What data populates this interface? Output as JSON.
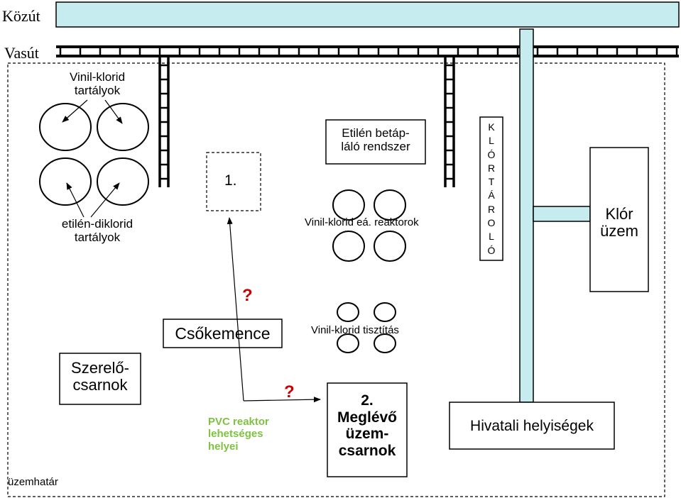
{
  "labels": {
    "road": "Közút",
    "rail": "Vasút",
    "vc_tanks": "Vinil-klorid\ntartályok",
    "edc_tanks": "etilén-diklorid\ntartályok",
    "site_1": "1.",
    "ethylene_feed": "Etilén betáp-\nláló rendszer",
    "vc_reactors": "Vinil-klorid eá. reaktorok",
    "chlorine_store": "K\nL\nÓ\nR\nT\nÁ\nR\nO\nL\nÓ",
    "chlorine_plant": "Klór\nüzem",
    "question_1": "?",
    "question_2": "?",
    "tube_furnace": "Csőkemence",
    "vc_purification": "Vinil-klorid tisztítás",
    "workshop": "Szerelő-\ncsarnok",
    "pvc_reactor_sites": "PVC reaktor\nlehetséges\nhelyei",
    "existing_hall": "2.\nMeglévő\nüzem-\ncsarnok",
    "offices": "Hivatali helyiségek",
    "plant_boundary": "üzemhatár"
  },
  "colors": {
    "road_fill": "#c6ecef",
    "pipe_fill": "#c6ecef",
    "question_mark": "#cc0000",
    "pvc_label": "#7fc241",
    "line": "#000000"
  }
}
